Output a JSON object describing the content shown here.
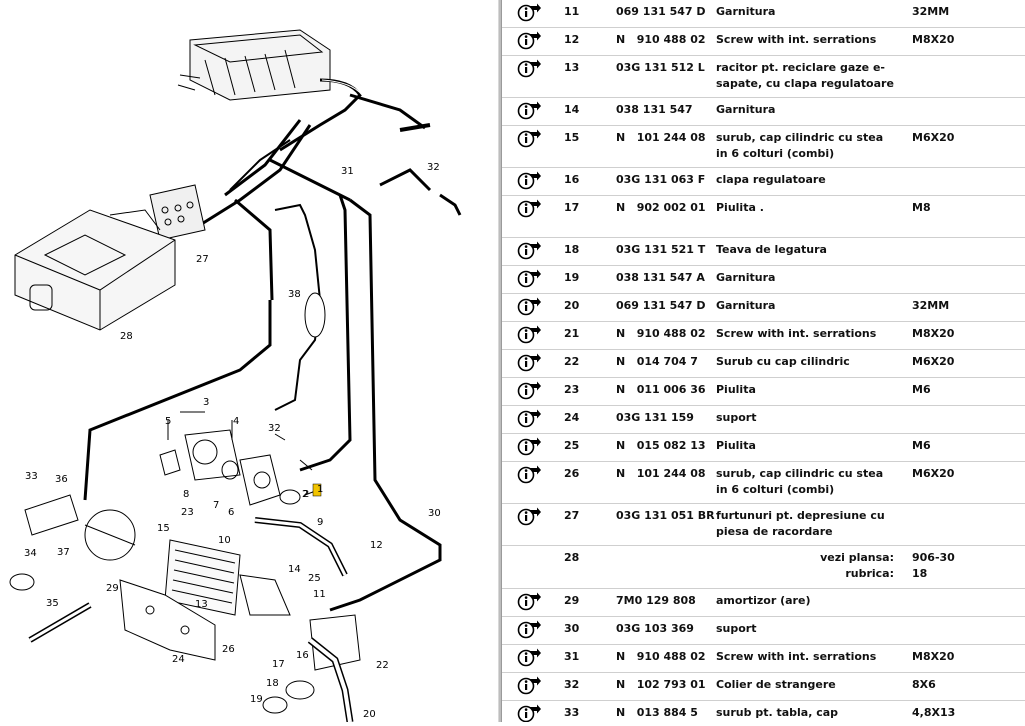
{
  "diagram": {
    "callouts": [
      "1",
      "2",
      "3",
      "4",
      "5",
      "6",
      "7",
      "8",
      "9",
      "10",
      "11",
      "12",
      "13",
      "14",
      "15",
      "16",
      "17",
      "18",
      "19",
      "20",
      "22",
      "23",
      "24",
      "25",
      "26",
      "27",
      "28",
      "29",
      "30",
      "31",
      "32",
      "33",
      "34",
      "35",
      "36",
      "37",
      "38",
      "32",
      "2"
    ],
    "highlight_color": "#f2c400"
  },
  "parts": [
    {
      "pos": "11",
      "num": "069 131 547 D",
      "desc": "Garnitura",
      "size": "32MM"
    },
    {
      "pos": "12",
      "num": "N   910 488 02",
      "desc": "Screw with int. serrations",
      "size": "M8X20"
    },
    {
      "pos": "13",
      "num": "03G 131 512 L",
      "desc": "racitor pt. reciclare gaze e- sapate, cu clapa regulatoare",
      "size": ""
    },
    {
      "pos": "14",
      "num": "038 131 547",
      "desc": "Garnitura",
      "size": ""
    },
    {
      "pos": "15",
      "num": "N   101 244 08",
      "desc": "surub, cap cilindric cu stea in 6 colturi (combi)",
      "size": "M6X20"
    },
    {
      "pos": "16",
      "num": "03G 131 063 F",
      "desc": "clapa regulatoare",
      "size": ""
    },
    {
      "pos": "17",
      "num": "N   902 002 01",
      "desc": "Piulita .",
      "size": "M8"
    },
    {
      "pos": "18",
      "num": "03G 131 521 T",
      "desc": "Teava de legatura",
      "size": ""
    },
    {
      "pos": "19",
      "num": "038 131 547 A",
      "desc": "Garnitura",
      "size": ""
    },
    {
      "pos": "20",
      "num": "069 131 547 D",
      "desc": "Garnitura",
      "size": "32MM"
    },
    {
      "pos": "21",
      "num": "N   910 488 02",
      "desc": "Screw with int. serrations",
      "size": "M8X20"
    },
    {
      "pos": "22",
      "num": "N   014 704 7",
      "desc": "Surub cu cap cilindric",
      "size": "M6X20"
    },
    {
      "pos": "23",
      "num": "N   011 006 36",
      "desc": "Piulita",
      "size": "M6"
    },
    {
      "pos": "24",
      "num": "03G 131 159",
      "desc": "suport",
      "size": ""
    },
    {
      "pos": "25",
      "num": "N   015 082 13",
      "desc": "Piulita",
      "size": "M6"
    },
    {
      "pos": "26",
      "num": "N   101 244 08",
      "desc": "surub, cap cilindric cu stea in 6 colturi (combi)",
      "size": "M6X20"
    },
    {
      "pos": "27",
      "num": "03G 131 051 BR",
      "desc": "furtunuri pt. depresiune cu piesa de racordare",
      "size": ""
    },
    {
      "pos": "28",
      "num": "",
      "desc": "",
      "size": "",
      "ref_label_1": "vezi plansa:",
      "ref_label_2": "rubrica:",
      "ref_value_1": "906-30",
      "ref_value_2": "18"
    },
    {
      "pos": "29",
      "num": "7M0 129 808",
      "desc": "amortizor (are)",
      "size": ""
    },
    {
      "pos": "30",
      "num": "03G 103 369",
      "desc": "suport",
      "size": ""
    },
    {
      "pos": "31",
      "num": "N   910 488 02",
      "desc": "Screw with int. serrations",
      "size": "M8X20"
    },
    {
      "pos": "32",
      "num": "N   102 793 01",
      "desc": "Colier de strangere",
      "size": "8X6"
    },
    {
      "pos": "33",
      "num": "N   013 884 5",
      "desc": "surub pt. tabla, cap hexagonal",
      "size": "4,8X13"
    }
  ],
  "icons": {
    "info_icon": "info-arrow-icon"
  }
}
